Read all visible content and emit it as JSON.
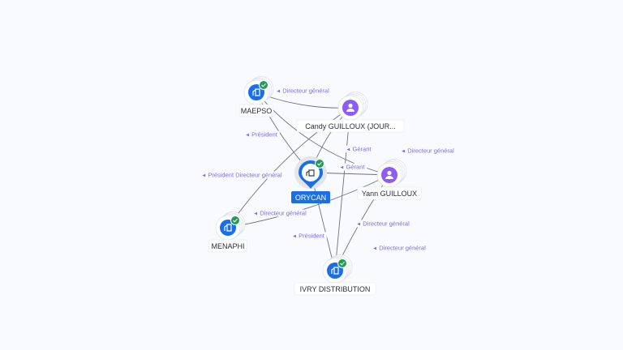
{
  "nodes": [
    {
      "id": "orycan",
      "label": "ORYCAN",
      "type": "company",
      "verified": true,
      "main": true
    },
    {
      "id": "maepso",
      "label": "MAEPSO",
      "type": "company",
      "verified": true
    },
    {
      "id": "candy",
      "label": "Candy GUILLOUX (JOUR...",
      "type": "person",
      "verified": false
    },
    {
      "id": "yann",
      "label": "Yann GUILLOUX",
      "type": "person",
      "verified": false
    },
    {
      "id": "menaphi",
      "label": "MENAPHI",
      "type": "company",
      "verified": true
    },
    {
      "id": "ivry",
      "label": "IVRY DISTRIBUTION",
      "type": "company",
      "verified": true
    }
  ],
  "edges": [
    {
      "from": "candy",
      "to": "maepso",
      "label": "Directeur général"
    },
    {
      "from": "orycan",
      "to": "maepso",
      "label": "Président"
    },
    {
      "from": "maepso",
      "to": "yann",
      "label": "Directeur général"
    },
    {
      "from": "candy",
      "to": "orycan",
      "label": "Gérant"
    },
    {
      "from": "yann",
      "to": "orycan",
      "label": "Gérant"
    },
    {
      "from": "candy",
      "to": "menaphi",
      "label": "Président Directeur général"
    },
    {
      "from": "yann",
      "to": "menaphi",
      "label": "Directeur général"
    },
    {
      "from": "orycan",
      "to": "ivry",
      "label": "Président"
    },
    {
      "from": "candy",
      "to": "ivry",
      "label": "Directeur général"
    },
    {
      "from": "yann",
      "to": "ivry",
      "label": "Directeur général"
    }
  ],
  "colors": {
    "company": "#1a6fe8",
    "person": "#8b5cf6",
    "verified": "#1f9d55",
    "edge_label": "#7b6fe0"
  }
}
